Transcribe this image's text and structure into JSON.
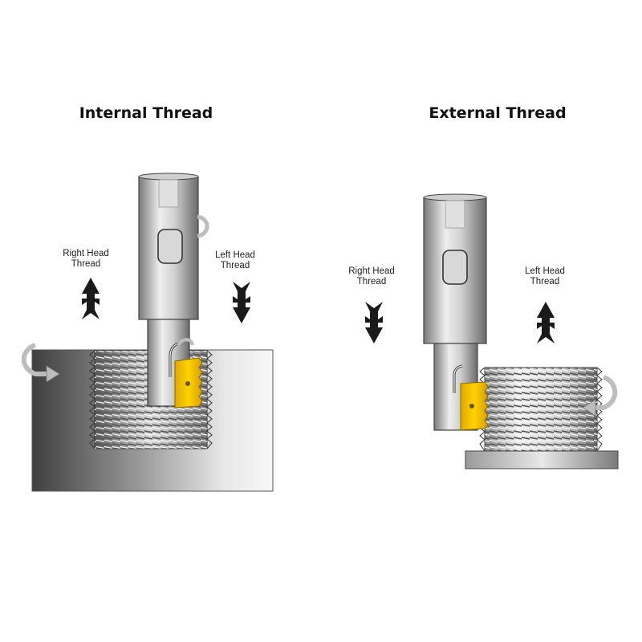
{
  "internal": {
    "title": "Internal Thread",
    "right_label": [
      "Right Head",
      "Thread"
    ],
    "left_label": [
      "Left Head",
      "Thread"
    ]
  },
  "external": {
    "title": "External Thread",
    "right_label": [
      "Right Head",
      "Thread"
    ],
    "left_label": [
      "Left Head",
      "Thread"
    ]
  },
  "colors": {
    "insert": "#f2c400",
    "tool_dark": "#6b6b6b",
    "tool_light": "#e6e6e6",
    "workpiece_dark": "#4a4a4a",
    "workpiece_light": "#f2f2f2",
    "arrow": "#1a1a1a"
  }
}
